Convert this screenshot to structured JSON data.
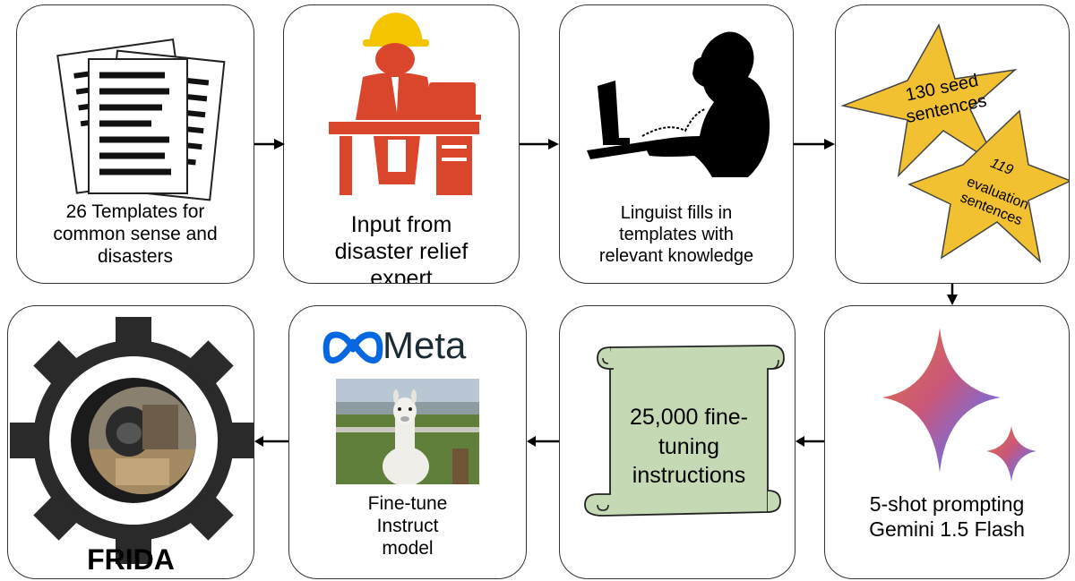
{
  "steps": {
    "templates": {
      "label": "26 Templates for common sense and disasters"
    },
    "expert": {
      "label": "Input from disaster relief expert"
    },
    "linguist": {
      "label": "Linguist fills in templates with relevant knowledge"
    },
    "seeds": {
      "seed_label": "130 seed sentences",
      "eval_count": "119",
      "eval_label": "evaluation sentences"
    },
    "gemini": {
      "label": "5-shot prompting Gemini 1.5 Flash"
    },
    "instructions": {
      "label": "25,000 fine-tuning instructions"
    },
    "meta": {
      "brand": "Meta",
      "label": "Fine-tune Instruct model"
    },
    "frida": {
      "label": "FRIDA"
    }
  },
  "colors": {
    "expert_red": "#d9462b",
    "expert_helmet": "#f5c400",
    "star_fill": "#f1c131",
    "scroll_fill": "#c5d9b4",
    "meta_blue": "#0668e1",
    "meta_text": "#1c2b33"
  },
  "icons": [
    "documents-icon",
    "construction-worker-icon",
    "linguist-phone-icon",
    "star-icon",
    "gemini-sparkle-icon",
    "scroll-icon",
    "meta-logo-icon",
    "llama-photo",
    "gear-icon",
    "soldier-photo"
  ]
}
